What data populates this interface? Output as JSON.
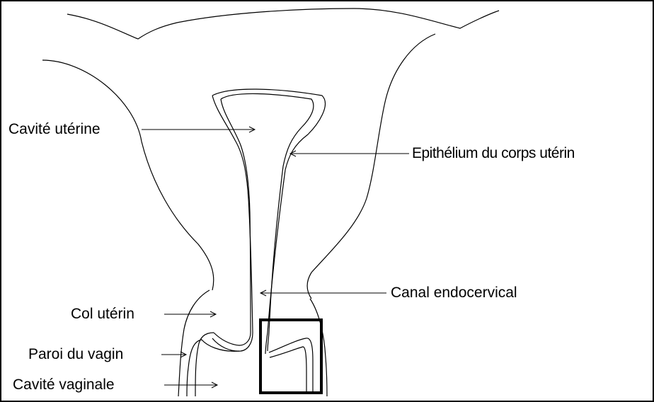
{
  "labels": {
    "cavite_uterine": "Cavité utérine",
    "epithelium": "Epithélium du corps utérin",
    "canal_endocervical": "Canal endocervical",
    "col_uterin": "Col utérin",
    "paroi_vagin": "Paroi du vagin",
    "cavite_vaginale": "Cavité vaginale"
  },
  "colors": {
    "ink": "#000000",
    "background": "#ffffff"
  }
}
